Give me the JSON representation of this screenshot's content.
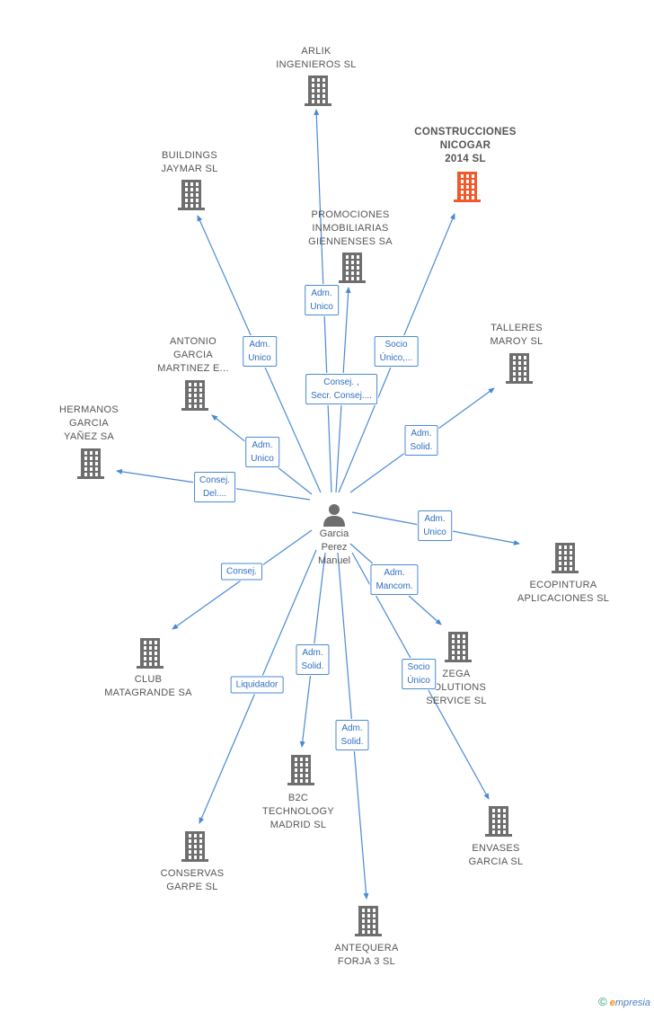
{
  "center": {
    "name": "Garcia\nPerez\nManuel",
    "icon": "person-icon"
  },
  "colors": {
    "edge": "#4a8ad4",
    "building": "#6e6e6e",
    "highlight": "#f05a2a",
    "label_text": "#2f6fc0"
  },
  "companies": [
    {
      "id": "arlik",
      "name": "ARLIK\nINGENIEROS SL",
      "highlight": false
    },
    {
      "id": "construcciones",
      "name": "CONSTRUCCIONES\nNICOGAR\n2014 SL",
      "highlight": true
    },
    {
      "id": "buildings",
      "name": "BUILDINGS\nJAYMAR SL",
      "highlight": false
    },
    {
      "id": "promociones",
      "name": "PROMOCIONES\nINMOBILIARIAS\nGIENNENSES SA",
      "highlight": false
    },
    {
      "id": "talleres",
      "name": "TALLERES\nMAROY SL",
      "highlight": false
    },
    {
      "id": "antonio",
      "name": "ANTONIO\nGARCIA\nMARTINEZ E...",
      "highlight": false
    },
    {
      "id": "hermanos",
      "name": "HERMANOS\nGARCIA\nYAÑEZ SA",
      "highlight": false
    },
    {
      "id": "ecopintura",
      "name": "ECOPINTURA\nAPLICACIONES SL",
      "highlight": false
    },
    {
      "id": "club",
      "name": "CLUB\nMATAGRANDE SA",
      "highlight": false
    },
    {
      "id": "zega",
      "name": "ZEGA\nSOLUTIONS\nSERVICE SL",
      "highlight": false
    },
    {
      "id": "b2c",
      "name": "B2C\nTECHNOLOGY\nMADRID SL",
      "highlight": false
    },
    {
      "id": "envases",
      "name": "ENVASES\nGARCIA SL",
      "highlight": false
    },
    {
      "id": "conservas",
      "name": "CONSERVAS\nGARPE SL",
      "highlight": false
    },
    {
      "id": "antequera",
      "name": "ANTEQUERA\nFORJA 3 SL",
      "highlight": false
    }
  ],
  "relations": [
    {
      "to": "arlik",
      "label": "Adm.\nUnico"
    },
    {
      "to": "construcciones",
      "label": "Socio\nÚnico,..."
    },
    {
      "to": "buildings",
      "label": "Adm.\nUnico"
    },
    {
      "to": "promociones",
      "label": "Consej. ,\nSecr. Consej...."
    },
    {
      "to": "talleres",
      "label": "Adm.\nSolid."
    },
    {
      "to": "antonio",
      "label": "Adm.\nUnico"
    },
    {
      "to": "hermanos",
      "label": "Consej.\nDel...."
    },
    {
      "to": "ecopintura",
      "label": "Adm.\nUnico"
    },
    {
      "to": "club",
      "label": "Consej."
    },
    {
      "to": "zega",
      "label": "Adm.\nMancom."
    },
    {
      "to": "b2c",
      "label": "Adm.\nSolid."
    },
    {
      "to": "envases",
      "label": "Socio\nÚnico"
    },
    {
      "to": "conservas",
      "label": "Liquidador"
    },
    {
      "to": "antequera",
      "label": "Adm.\nSolid."
    }
  ],
  "footer": {
    "copyright": "©",
    "brand_e": "e",
    "brand_rest": "mpresia"
  }
}
